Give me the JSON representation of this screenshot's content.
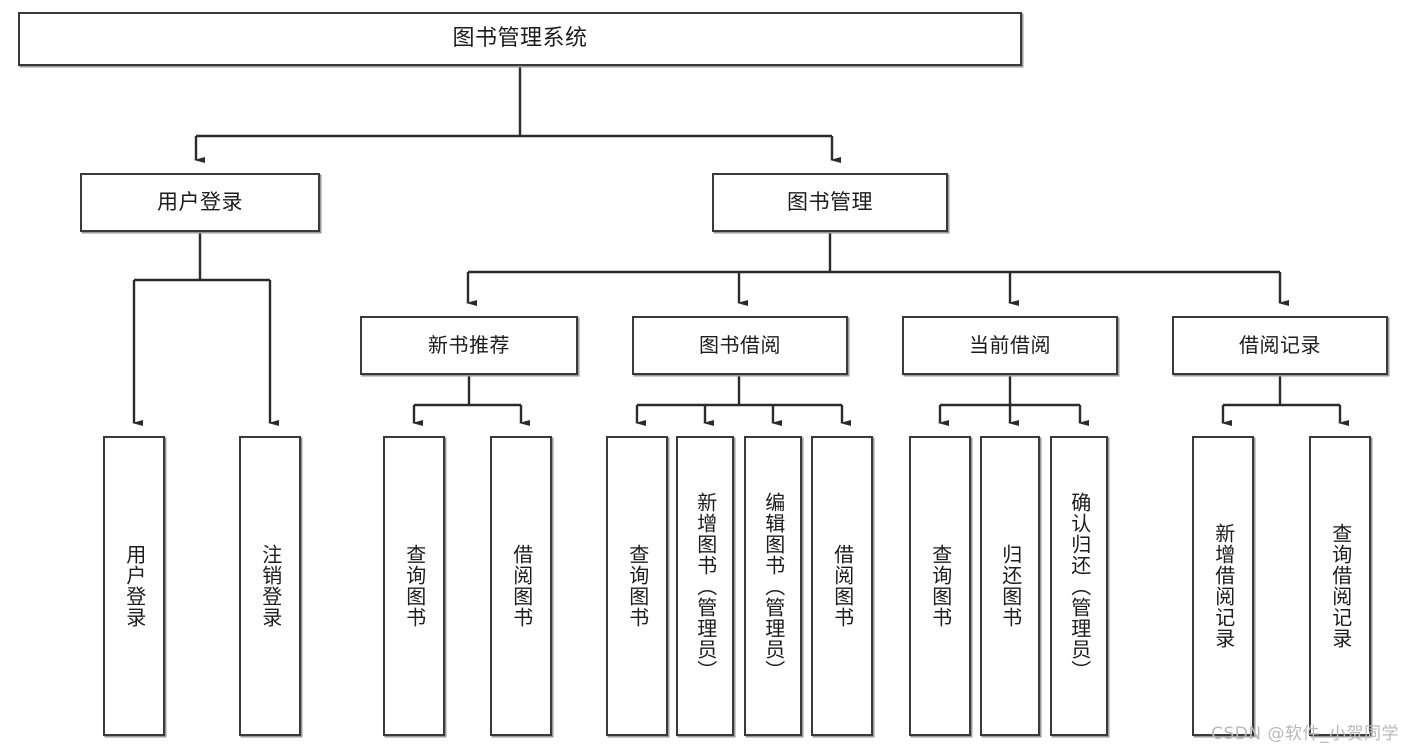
{
  "diagram": {
    "title": "图书管理系统",
    "type": "tree",
    "watermark": "CSDN @软件_小贺同学",
    "colors": {
      "box_border": "#3a3a3a",
      "box_fill": "#ffffff",
      "connector": "#2b2b2b",
      "shadow": "#9a9a9a",
      "text": "#1c1c1c",
      "watermark": "#b9b9b9"
    },
    "root": {
      "label": "图书管理系统"
    },
    "level2": [
      {
        "label": "用户登录"
      },
      {
        "label": "图书管理"
      }
    ],
    "level3": [
      {
        "label": "新书推荐"
      },
      {
        "label": "图书借阅"
      },
      {
        "label": "当前借阅"
      },
      {
        "label": "借阅记录"
      }
    ],
    "leaves": {
      "user_login": [
        {
          "label": "用户登录"
        },
        {
          "label": "注销登录"
        }
      ],
      "new_book": [
        {
          "label": "查询图书"
        },
        {
          "label": "借阅图书"
        }
      ],
      "book_borrow": [
        {
          "label": "查询图书"
        },
        {
          "label": "新增图书（管理员）"
        },
        {
          "label": "编辑图书（管理员）"
        },
        {
          "label": "借阅图书"
        }
      ],
      "current_borrow": [
        {
          "label": "查询图书"
        },
        {
          "label": "归还图书"
        },
        {
          "label": "确认归还（管理员）"
        }
      ],
      "borrow_record": [
        {
          "label": "新增借阅记录"
        },
        {
          "label": "查询借阅记录"
        }
      ]
    }
  }
}
